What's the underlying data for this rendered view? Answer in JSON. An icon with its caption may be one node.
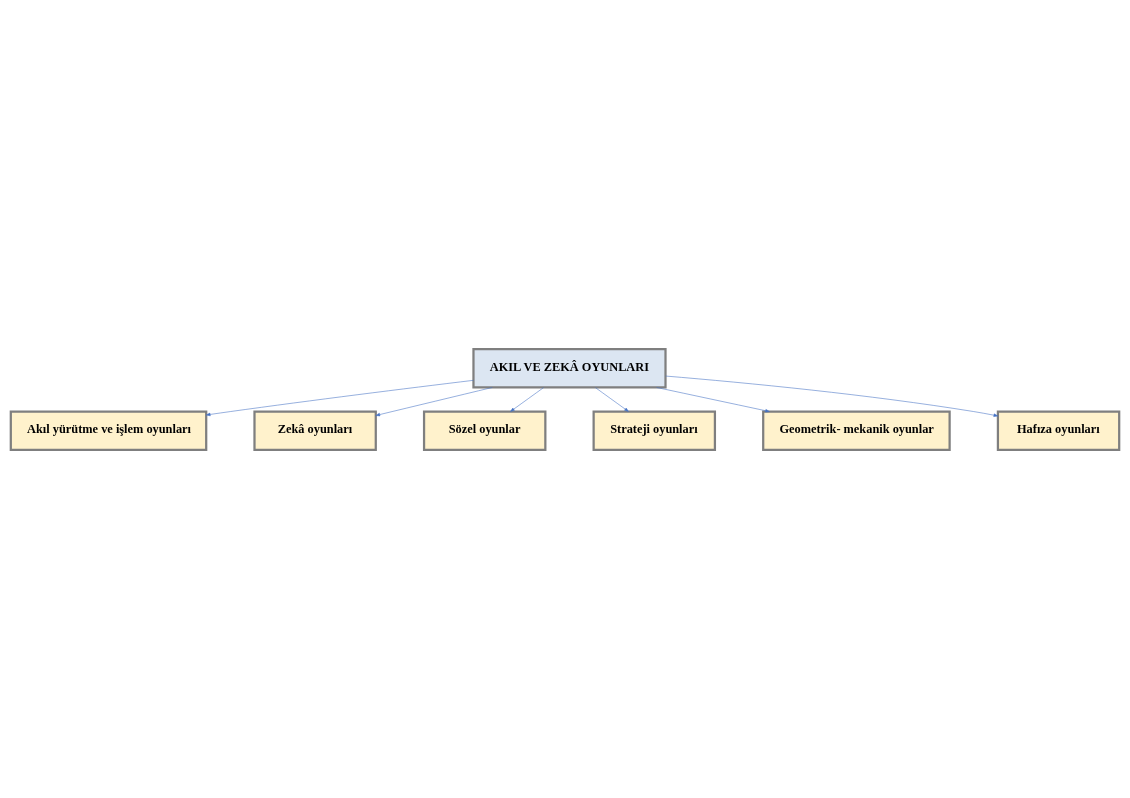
{
  "diagram": {
    "nodes": [
      {
        "text": [
          "AKIL VE ZEKÂ OYUNLARI"
        ]
      },
      {
        "text": [
          "Akıl yürütme ve işlem oyunları"
        ]
      },
      {
        "text": [
          "Zekâ oyunları"
        ]
      },
      {
        "text": [
          "Sözel oyunlar"
        ]
      },
      {
        "text": [
          "Strateji oyunları"
        ]
      },
      {
        "text": [
          "Geometrik- mekanik oyunlar"
        ]
      },
      {
        "text": [
          "Hafıza oyunları"
        ]
      }
    ],
    "edges": [
      {
        "from": 0,
        "to": 1,
        "arrow": "to"
      },
      {
        "from": 0,
        "to": 2,
        "arrow": "to"
      },
      {
        "from": 0,
        "to": 3,
        "arrow": "to"
      },
      {
        "from": 0,
        "to": 4,
        "arrow": "to"
      },
      {
        "from": 0,
        "to": 5,
        "arrow": "to"
      },
      {
        "from": 0,
        "to": 6,
        "arrow": "to"
      }
    ]
  }
}
